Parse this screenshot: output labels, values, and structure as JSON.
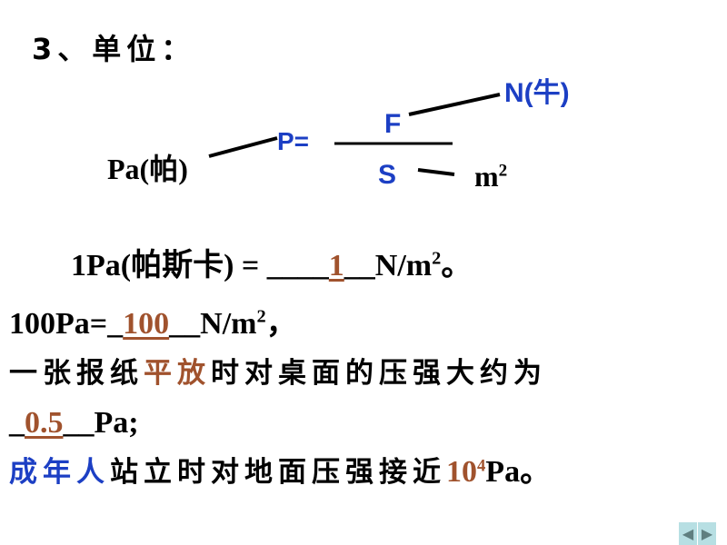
{
  "heading": "3、单位：",
  "diagram": {
    "n_unit": "N(牛)",
    "f": "F",
    "p_eq": "P=",
    "pa_unit": "Pa(帕)",
    "s": "S",
    "m_unit": "m",
    "m_exp": "2"
  },
  "line1": {
    "pre": "1Pa(帕斯卡) = ____",
    "answer": "1",
    "post": "__N/m",
    "exp": "2",
    "end": "。"
  },
  "line2": {
    "pre": "100Pa=_",
    "answer": "100",
    "post": "__N/m",
    "exp": "2",
    "end": "，"
  },
  "line3": {
    "pre": "一张报纸",
    "highlight": "平放",
    "post": "时对桌面的压强大约为"
  },
  "line4": {
    "pre": "_",
    "answer": "0.5",
    "post": "__Pa;"
  },
  "line5": {
    "highlight": "成年人",
    "mid": "站立时对地面压强接近",
    "value": "10",
    "exp": "4",
    "unit": "Pa。"
  },
  "nav": {
    "prev": "◀",
    "next": "▶"
  },
  "colors": {
    "blue": "#1c3fc4",
    "brown": "#a0522d"
  }
}
